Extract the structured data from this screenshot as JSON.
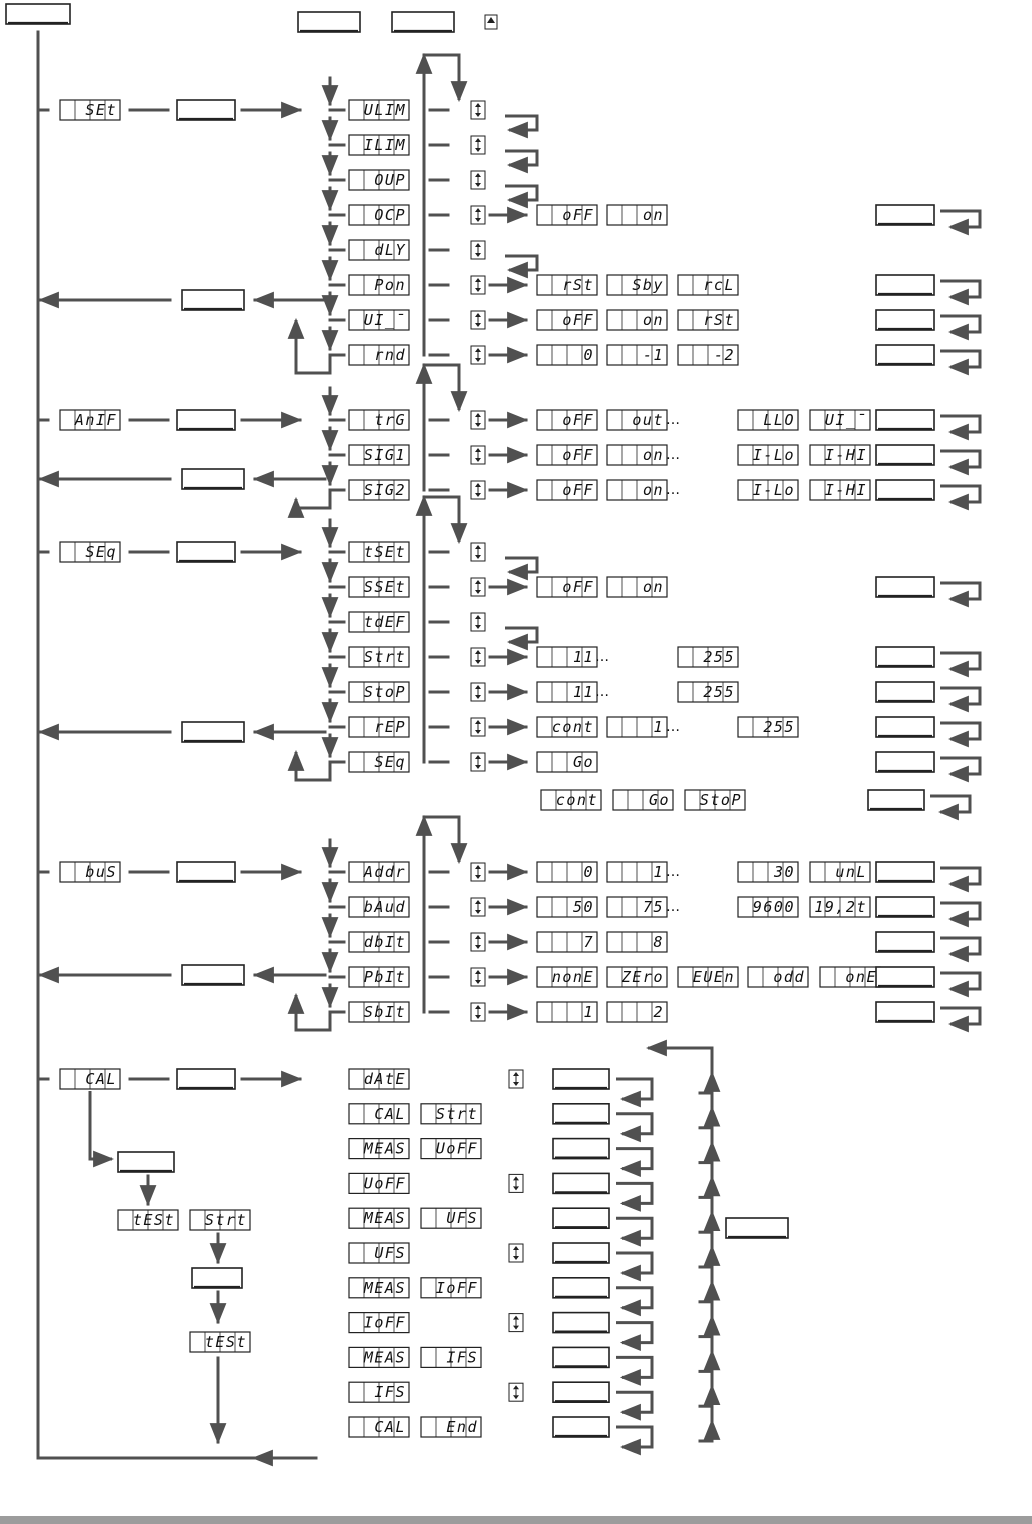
{
  "colors": {
    "line": "#505050",
    "frame": "#222222",
    "rule": "#9c9c9c"
  },
  "icons": {
    "updown": "up-down-arrow-icon",
    "up": "up-arrow-icon"
  },
  "top": {
    "keys": 3,
    "up_icon": true
  },
  "sections": [
    {
      "menu": "SEt",
      "items": [
        {
          "label": "ULIM",
          "options": [],
          "hook": true
        },
        {
          "label": "ILIM",
          "options": [],
          "hook": true
        },
        {
          "label": "OUP",
          "options": [],
          "hook": true
        },
        {
          "label": "OCP",
          "options": [
            "oFF",
            "on"
          ],
          "key": true
        },
        {
          "label": "dLY",
          "options": [],
          "hook": true
        },
        {
          "label": "Pon",
          "options": [
            "rSt",
            "Sby",
            "rcL"
          ],
          "key": true
        },
        {
          "label": "UI_¯",
          "options": [
            "oFF",
            "on",
            "rSt"
          ],
          "key": true
        },
        {
          "label": "rnd",
          "options": [
            "0",
            "-1",
            "-2"
          ],
          "key": true
        }
      ]
    },
    {
      "menu": "AnIF",
      "items": [
        {
          "label": "trG",
          "options": [
            "oFF",
            "out",
            "…",
            "LLO",
            "UI_¯"
          ],
          "key": true
        },
        {
          "label": "SIG1",
          "options": [
            "oFF",
            "on",
            "…",
            "I-Lo",
            "I-HI"
          ],
          "key": true
        },
        {
          "label": "SIG2",
          "options": [
            "oFF",
            "on",
            "…",
            "I-Lo",
            "I-HI"
          ],
          "key": true
        }
      ]
    },
    {
      "menu": "SEq",
      "items": [
        {
          "label": "tSEt",
          "options": [],
          "hook": true
        },
        {
          "label": "SSEt",
          "options": [
            "oFF",
            "on"
          ],
          "key": true
        },
        {
          "label": "tdEF",
          "options": [],
          "hook": true
        },
        {
          "label": "Strt",
          "options": [
            "11",
            "…",
            "255"
          ],
          "key": true
        },
        {
          "label": "StoP",
          "options": [
            "11",
            "…",
            "255"
          ],
          "key": true
        },
        {
          "label": "rEP",
          "options": [
            "cont",
            "1",
            "…",
            "255"
          ],
          "key": true
        },
        {
          "label": "SEq",
          "options": [
            "Go"
          ],
          "key": true
        }
      ],
      "extra": [
        "cont",
        "Go",
        "StoP"
      ]
    },
    {
      "menu": "buS",
      "items": [
        {
          "label": "Addr",
          "options": [
            "0",
            "1",
            "…",
            "30",
            "unL"
          ],
          "key": true
        },
        {
          "label": "bAud",
          "options": [
            "50",
            "75",
            "…",
            "9600",
            "19,2t"
          ],
          "key": true
        },
        {
          "label": "dbIt",
          "options": [
            "7",
            "8"
          ],
          "key": true
        },
        {
          "label": "PbIt",
          "options": [
            "nonE",
            "ZEro",
            "EUEn",
            "odd",
            "onE"
          ],
          "key": true
        },
        {
          "label": "SbIt",
          "options": [
            "1",
            "2"
          ],
          "key": true
        }
      ]
    }
  ],
  "cal": {
    "menu": "CAL",
    "test": [
      "tESt",
      "Strt",
      "tESt"
    ],
    "steps": [
      {
        "a": "dAtE",
        "b": "",
        "updown": true
      },
      {
        "a": "CAL",
        "b": "Strt",
        "updown": false
      },
      {
        "a": "MEAS",
        "b": "UoFF",
        "updown": false
      },
      {
        "a": "UoFF",
        "b": "",
        "updown": true
      },
      {
        "a": "MEAS",
        "b": "UFS",
        "updown": false
      },
      {
        "a": "UFS",
        "b": "",
        "updown": true
      },
      {
        "a": "MEAS",
        "b": "IoFF",
        "updown": false
      },
      {
        "a": "IoFF",
        "b": "",
        "updown": true
      },
      {
        "a": "MEAS",
        "b": "IFS",
        "updown": false
      },
      {
        "a": "IFS",
        "b": "",
        "updown": true
      },
      {
        "a": "CAL",
        "b": "End",
        "updown": false
      }
    ]
  }
}
